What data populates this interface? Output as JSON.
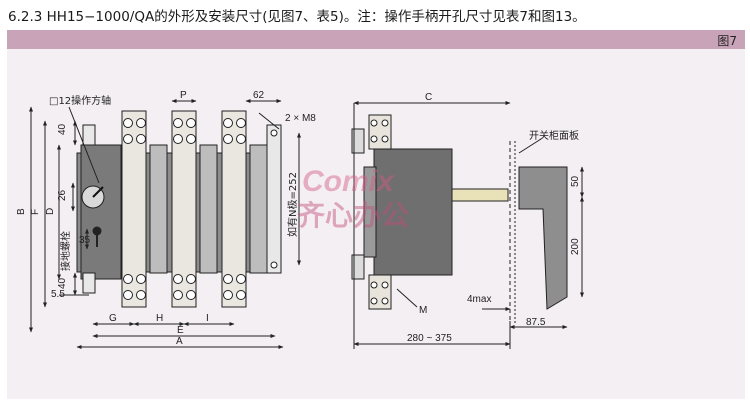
{
  "heading": "6.2.3 HH15−1000/QA的外形及安装尺寸(见图7、表5)。注：操作手柄开孔尺寸见表7和图13。",
  "figure_label": "图7",
  "front_view": {
    "label_shaft": "□12操作方轴",
    "label_P": "P",
    "label_62": "62",
    "label_bolt": "2 × M8",
    "label_40_top": "40",
    "label_26": "26",
    "label_35": "35",
    "label_40_bot": "40",
    "label_B": "B",
    "label_F": "F",
    "label_D": "D",
    "label_ground": "接地螺栓",
    "label_262": "如有N极=252",
    "label_55": "5.5",
    "label_G": "G",
    "label_H": "H",
    "label_I": "I",
    "label_E": "E",
    "label_A": "A"
  },
  "side_view": {
    "label_C": "C",
    "label_panel": "开关柜面板",
    "label_50": "50",
    "label_200": "200",
    "label_M": "M",
    "label_4max": "4max",
    "label_875": "87.5",
    "label_range": "280 ~ 375"
  },
  "watermark": {
    "latin": "Comix",
    "cjk": "齐心办公"
  }
}
